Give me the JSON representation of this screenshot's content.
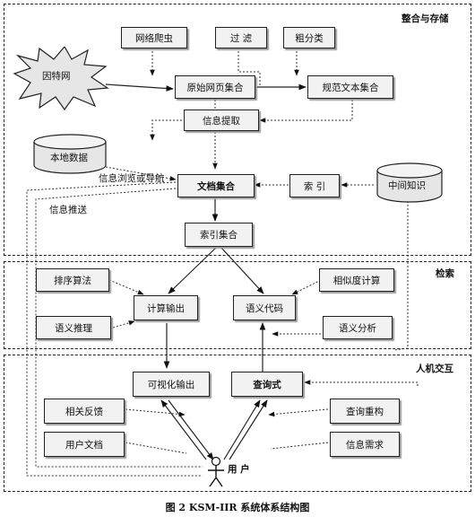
{
  "sections": {
    "integration": "整合与存储",
    "retrieval": "检索",
    "interaction": "人机交互"
  },
  "nodes": {
    "internet": "因特网",
    "web_crawler": "网络爬虫",
    "filter": "过 滤",
    "word_segmentation": "粗分类",
    "raw_pages": "原始网页集合",
    "normalized_text": "规范文本集合",
    "info_extraction": "信息提取",
    "local_data": "本地数据",
    "document_set": "文档集合",
    "index": "索 引",
    "intermediate_knowledge": "中间知识",
    "index_set": "索引集合",
    "ranking_algorithm": "排序算法",
    "similarity_calc": "相似度计算",
    "compute_output": "计算输出",
    "semantic_code": "语义代码",
    "semantic_reasoning": "语义推理",
    "semantic_analysis": "语义分析",
    "visual_output": "可视化输出",
    "query_expression": "查询式",
    "relevance_feedback": "相关反馈",
    "query_reconstruction": "查询重构",
    "user_document": "用户文档",
    "info_need": "信息需求",
    "user": "用 户"
  },
  "labels": {
    "browse_navigation": "信息浏览或导航",
    "info_push": "信息推送"
  },
  "caption": "图 2    KSM-IIR 系统体系结构图"
}
